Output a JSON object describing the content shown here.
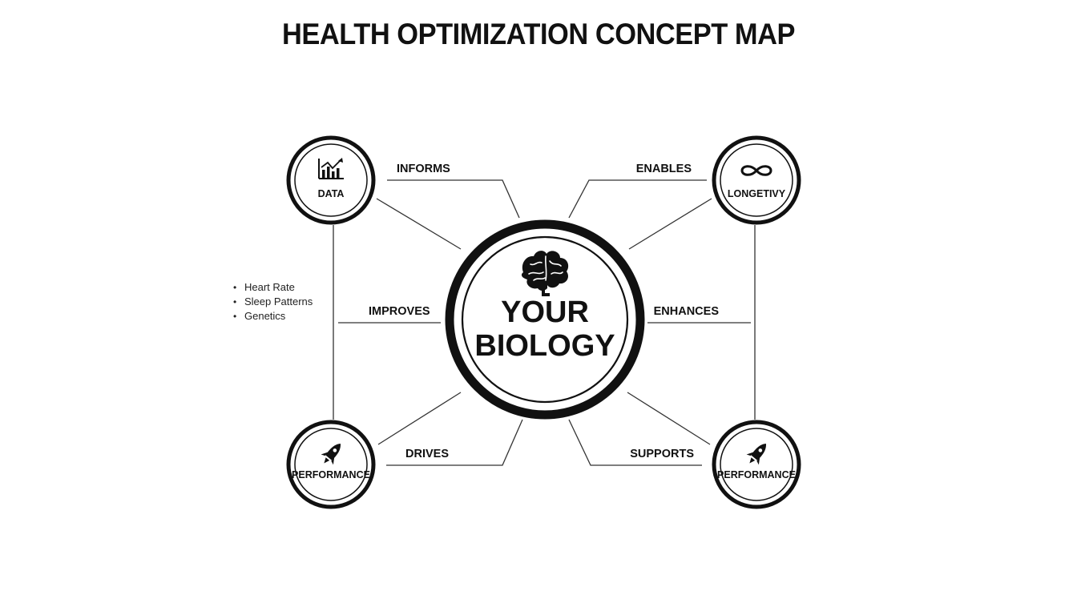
{
  "title": "HEALTH OPTIMIZATION CONCEPT MAP",
  "center": {
    "line1": "YOUR",
    "line2": "BIOLOGY",
    "icon": "brain-icon"
  },
  "nodes": {
    "top_left": {
      "label": "DATA",
      "icon": "chart-icon"
    },
    "top_right": {
      "label": "LONGETIVY",
      "icon": "infinity-icon"
    },
    "bottom_left": {
      "label": "PERFORMANCE",
      "icon": "rocket-icon"
    },
    "bottom_right": {
      "label": "PERFORMANCE",
      "icon": "rocket-icon"
    }
  },
  "connections": {
    "informs": "INFORMS",
    "enables": "ENABLES",
    "improves": "IMPROVES",
    "enhances": "ENHANCES",
    "drives": "DRIVES",
    "supports": "SUPPORTS"
  },
  "data_points": [
    "Heart Rate",
    "Sleep Patterns",
    "Genetics"
  ],
  "colors": {
    "ink": "#111111",
    "background": "#ffffff"
  }
}
